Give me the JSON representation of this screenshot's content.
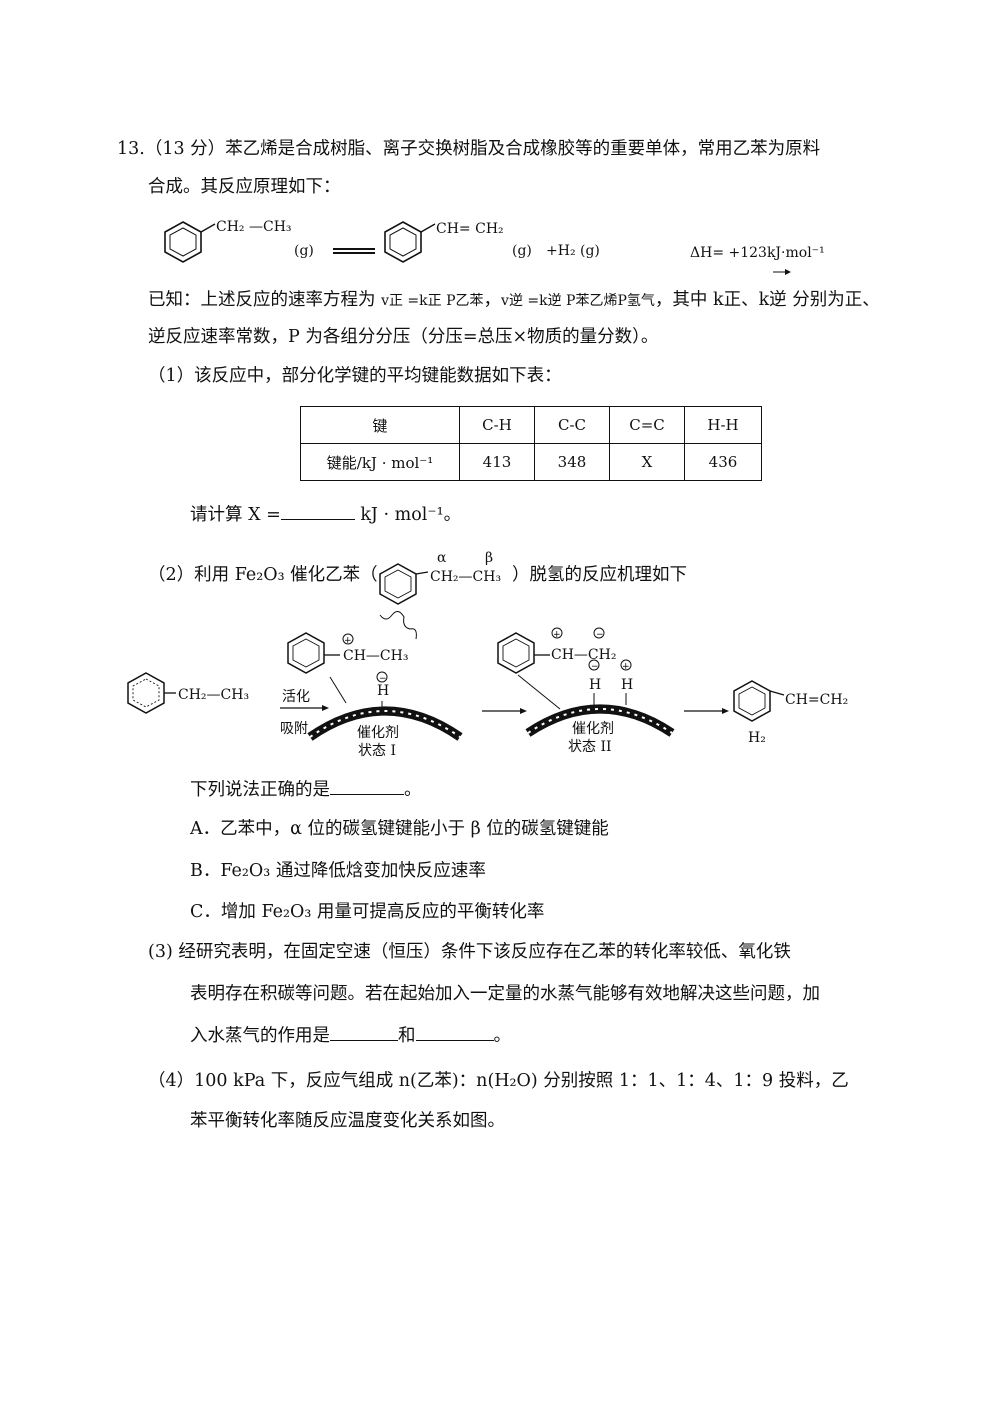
{
  "question": {
    "number": "13.",
    "score": "（13 分）",
    "intro_line1": "苯乙烯是合成树脂、离子交换树脂及合成橡胶等的重要单体，常用乙苯为原料",
    "intro_line2": "合成。其反应原理如下："
  },
  "reaction": {
    "reactant_chain": "CH₂ —CH₃",
    "reactant_state": "(g)",
    "product_chain": "CH= CH₂",
    "product_state": "(g)",
    "h2_term": "+H₂ (g)",
    "delta_h": "ΔH= +123kJ·mol⁻¹"
  },
  "known": {
    "line1_prefix": "已知：上述反应的速率方程为",
    "v_forward": "v正 =k正 P乙苯",
    "v_reverse": "v逆 =k逆 P苯乙烯P氢气",
    "line1_suffix": "，其中 k正、k逆 分别为正、",
    "line2": "逆反应速率常数，P 为各组分分压（分压=总压×物质的量分数）。"
  },
  "part1": {
    "label": "（1）",
    "text": "该反应中，部分化学键的平均键能数据如下表：",
    "table": {
      "headers": [
        "键",
        "C-H",
        "C-C",
        "C=C",
        "H-H"
      ],
      "row_label": "键能/kJ · mol⁻¹",
      "values": [
        "413",
        "348",
        "X",
        "436"
      ]
    },
    "ask_prefix": "请计算 X =",
    "ask_suffix": "kJ · mol⁻¹。"
  },
  "part2": {
    "label": "（2）",
    "text_prefix": "利用 Fe₂O₃ 催化乙苯（",
    "text_suffix": "）脱氢的反应机理如下",
    "struct_alpha": "α",
    "struct_beta": "β",
    "struct_chain": "CH₂—CH₃",
    "mech": {
      "start_chain": "CH₂—CH₃",
      "arrow_top": "活化",
      "arrow_bottom": "吸附",
      "state1_chain": "CH—CH₃",
      "state1_h": "H",
      "catalyst": "催化剂",
      "state1_label": "状态 I",
      "state2_chain": "CH—CH₂",
      "state2_h1": "H",
      "state2_h2": "H",
      "state2_label": "状态 II",
      "product_chain": "CH=CH₂",
      "product_h2": "H₂"
    },
    "question": "下列说法正确的是",
    "question_end": "。",
    "options": [
      "A．乙苯中，α 位的碳氢键键能小于 β 位的碳氢键键能",
      "B．Fe₂O₃ 通过降低焓变加快反应速率",
      "C．增加 Fe₂O₃ 用量可提高反应的平衡转化率"
    ]
  },
  "part3": {
    "label": "(3)",
    "line1": "经研究表明，在固定空速（恒压）条件下该反应存在乙苯的转化率较低、氧化铁",
    "line2": "表明存在积碳等问题。若在起始加入一定量的水蒸气能够有效地解决这些问题，加",
    "line3_prefix": "入水蒸气的作用是",
    "line3_mid": "和",
    "line3_end": "。"
  },
  "part4": {
    "label": "（4）",
    "line1": "100 kPa 下，反应气组成 n(乙苯)：n(H₂O) 分别按照 1：1、1：4、1：9 投料，乙",
    "line2": "苯平衡转化率随反应温度变化关系如图。"
  }
}
